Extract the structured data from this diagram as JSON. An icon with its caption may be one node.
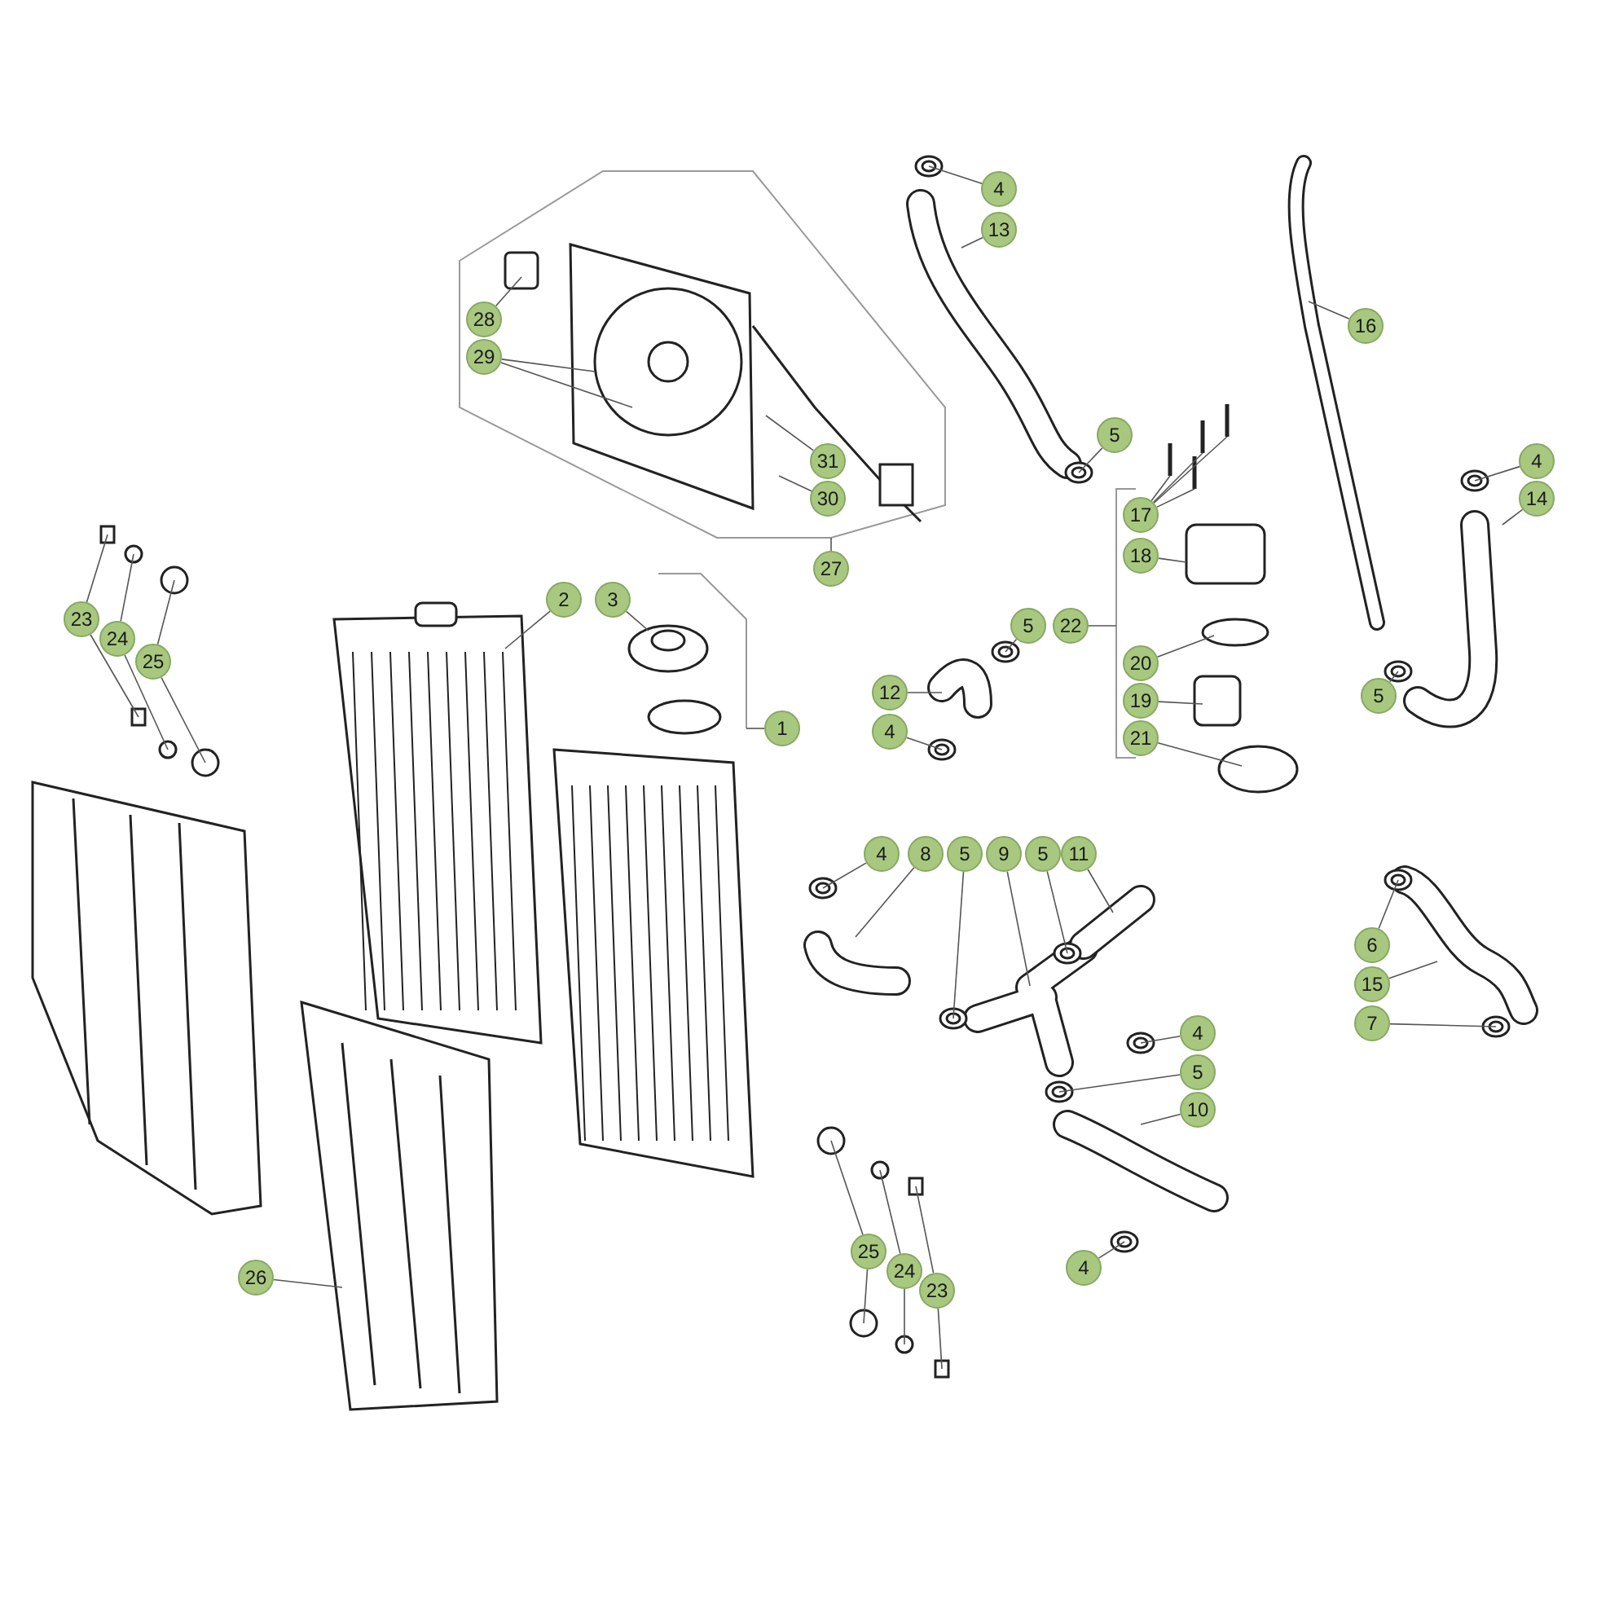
{
  "diagram": {
    "nodes": [
      {
        "text": [
          "4"
        ]
      },
      {
        "text": [
          "13"
        ]
      },
      {
        "text": [
          "16"
        ]
      },
      {
        "text": [
          "28"
        ]
      },
      {
        "text": [
          "29"
        ]
      },
      {
        "text": [
          "5"
        ]
      },
      {
        "text": [
          "4"
        ]
      },
      {
        "text": [
          "31"
        ]
      },
      {
        "text": [
          "30"
        ]
      },
      {
        "text": [
          "14"
        ]
      },
      {
        "text": [
          "17"
        ]
      },
      {
        "text": [
          "27"
        ]
      },
      {
        "text": [
          "18"
        ]
      },
      {
        "text": [
          "2"
        ]
      },
      {
        "text": [
          "3"
        ]
      },
      {
        "text": [
          "23"
        ]
      },
      {
        "text": [
          "24"
        ]
      },
      {
        "text": [
          "5"
        ]
      },
      {
        "text": [
          "22"
        ]
      },
      {
        "text": [
          "25"
        ]
      },
      {
        "text": [
          "20"
        ]
      },
      {
        "text": [
          "1"
        ]
      },
      {
        "text": [
          "12"
        ]
      },
      {
        "text": [
          "5"
        ]
      },
      {
        "text": [
          "19"
        ]
      },
      {
        "text": [
          "4"
        ]
      },
      {
        "text": [
          "21"
        ]
      },
      {
        "text": [
          "4"
        ]
      },
      {
        "text": [
          "8"
        ]
      },
      {
        "text": [
          "5"
        ]
      },
      {
        "text": [
          "9"
        ]
      },
      {
        "text": [
          "5"
        ]
      },
      {
        "text": [
          "11"
        ]
      },
      {
        "text": [
          "6"
        ]
      },
      {
        "text": [
          "15"
        ]
      },
      {
        "text": [
          "7"
        ]
      },
      {
        "text": [
          "4"
        ]
      },
      {
        "text": [
          "5"
        ]
      },
      {
        "text": [
          "10"
        ]
      },
      {
        "text": [
          "25"
        ]
      },
      {
        "text": [
          "24"
        ]
      },
      {
        "text": [
          "23"
        ]
      },
      {
        "text": [
          "26"
        ]
      },
      {
        "text": [
          "4"
        ]
      },
      {
        "text": [],
        "shape": "bar"
      },
      {
        "text": [],
        "shape": "bar"
      },
      {
        "text": [],
        "shape": "picture"
      }
    ],
    "edges": [
      {
        "from": 0,
        "to": null,
        "arrow": "none"
      },
      {
        "from": 1,
        "to": null,
        "arrow": "none"
      },
      {
        "from": 2,
        "to": null,
        "arrow": "none"
      },
      {
        "from": 3,
        "to": null,
        "arrow": "none"
      },
      {
        "from": 4,
        "to": null,
        "arrow": "none"
      },
      {
        "from": 4,
        "to": null,
        "arrow": "none"
      },
      {
        "from": 5,
        "to": null,
        "arrow": "none"
      },
      {
        "from": 6,
        "to": null,
        "arrow": "none"
      },
      {
        "from": 7,
        "to": null,
        "arrow": "none"
      },
      {
        "from": 8,
        "to": null,
        "arrow": "none"
      },
      {
        "from": 9,
        "to": null,
        "arrow": "none"
      },
      {
        "from": 10,
        "to": null,
        "arrow": "none"
      },
      {
        "from": 10,
        "to": null,
        "arrow": "none"
      },
      {
        "from": 10,
        "to": null,
        "arrow": "none"
      },
      {
        "from": 10,
        "to": null,
        "arrow": "none"
      },
      {
        "from": 11,
        "to": null,
        "arrow": "none"
      },
      {
        "from": 12,
        "to": null,
        "arrow": "none"
      },
      {
        "from": 13,
        "to": null,
        "arrow": "none"
      },
      {
        "from": 14,
        "to": 46,
        "arrow": "none"
      },
      {
        "from": 15,
        "to": null,
        "arrow": "none"
      },
      {
        "from": 15,
        "to": null,
        "arrow": "none"
      },
      {
        "from": 16,
        "to": null,
        "arrow": "none"
      },
      {
        "from": 16,
        "to": null,
        "arrow": "none"
      },
      {
        "from": 17,
        "to": null,
        "arrow": "none"
      },
      {
        "from": 18,
        "to": 45,
        "arrow": "none"
      },
      {
        "from": 19,
        "to": null,
        "arrow": "none"
      },
      {
        "from": 19,
        "to": null,
        "arrow": "none"
      },
      {
        "from": 20,
        "to": null,
        "arrow": "none"
      },
      {
        "from": 21,
        "to": 44,
        "arrow": "none"
      },
      {
        "from": 22,
        "to": null,
        "arrow": "none"
      },
      {
        "from": 23,
        "to": null,
        "arrow": "none"
      },
      {
        "from": 24,
        "to": null,
        "arrow": "none"
      },
      {
        "from": 25,
        "to": null,
        "arrow": "none"
      },
      {
        "from": 26,
        "to": null,
        "arrow": "none"
      },
      {
        "from": 27,
        "to": null,
        "arrow": "none"
      },
      {
        "from": 28,
        "to": null,
        "arrow": "none"
      },
      {
        "from": 29,
        "to": null,
        "arrow": "none"
      },
      {
        "from": 30,
        "to": null,
        "arrow": "none"
      },
      {
        "from": 31,
        "to": null,
        "arrow": "none"
      },
      {
        "from": 32,
        "to": null,
        "arrow": "none"
      },
      {
        "from": 33,
        "to": null,
        "arrow": "none"
      },
      {
        "from": 34,
        "to": null,
        "arrow": "none"
      },
      {
        "from": 35,
        "to": null,
        "arrow": "none"
      },
      {
        "from": 36,
        "to": null,
        "arrow": "none"
      },
      {
        "from": 37,
        "to": null,
        "arrow": "none"
      },
      {
        "from": 38,
        "to": null,
        "arrow": "none"
      },
      {
        "from": 39,
        "to": null,
        "arrow": "none"
      },
      {
        "from": 39,
        "to": null,
        "arrow": "none"
      },
      {
        "from": 40,
        "to": null,
        "arrow": "none"
      },
      {
        "from": 40,
        "to": null,
        "arrow": "none"
      },
      {
        "from": 41,
        "to": null,
        "arrow": "none"
      },
      {
        "from": 41,
        "to": null,
        "arrow": "none"
      },
      {
        "from": 42,
        "to": null,
        "arrow": "none"
      },
      {
        "from": 43,
        "to": null,
        "arrow": "none"
      }
    ]
  }
}
